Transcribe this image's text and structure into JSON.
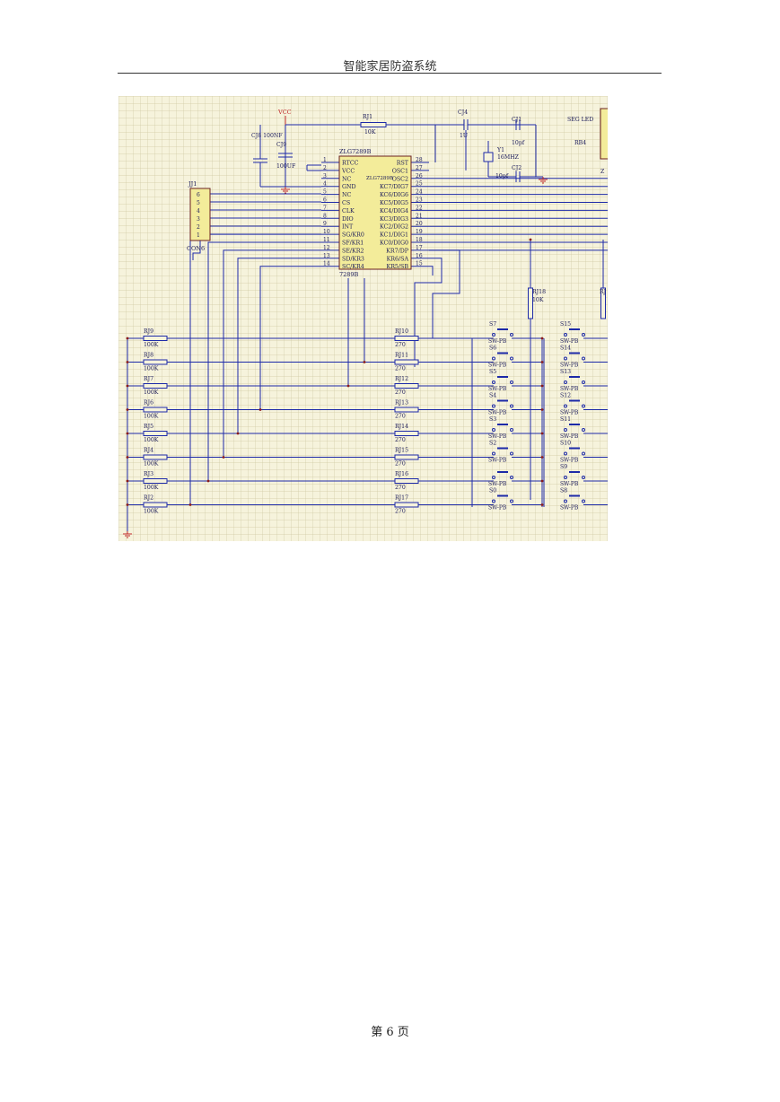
{
  "header": {
    "title": "智能家居防盗系统"
  },
  "footer": {
    "page_label": "第 6 页"
  },
  "schematic": {
    "vcc_label": "VCC",
    "ic": {
      "ref": "ZLG7289B",
      "value": "7289B",
      "left_pins": [
        {
          "num": "1",
          "name": "RTCC"
        },
        {
          "num": "2",
          "name": "VCC"
        },
        {
          "num": "3",
          "name": "NC"
        },
        {
          "num": "4",
          "name": "GND"
        },
        {
          "num": "5",
          "name": "NC"
        },
        {
          "num": "6",
          "name": "CS"
        },
        {
          "num": "7",
          "name": "CLK"
        },
        {
          "num": "8",
          "name": "DIO"
        },
        {
          "num": "9",
          "name": "INT"
        },
        {
          "num": "10",
          "name": "SG/KR0"
        },
        {
          "num": "11",
          "name": "SF/KR1"
        },
        {
          "num": "12",
          "name": "SE/KR2"
        },
        {
          "num": "13",
          "name": "SD/KR3"
        },
        {
          "num": "14",
          "name": "SC/KR4"
        }
      ],
      "right_pins": [
        {
          "num": "28",
          "name": "RST"
        },
        {
          "num": "27",
          "name": "OSC1"
        },
        {
          "num": "26",
          "name": "OSC2"
        },
        {
          "num": "25",
          "name": "KC7/DIG7"
        },
        {
          "num": "24",
          "name": "KC6/DIG6"
        },
        {
          "num": "23",
          "name": "KC5/DIG5"
        },
        {
          "num": "22",
          "name": "KC4/DIG4"
        },
        {
          "num": "21",
          "name": "KC3/DIG3"
        },
        {
          "num": "20",
          "name": "KC2/DIG2"
        },
        {
          "num": "19",
          "name": "KC1/DIG1"
        },
        {
          "num": "18",
          "name": "KC0/DIG0"
        },
        {
          "num": "17",
          "name": "KR7/DP"
        },
        {
          "num": "16",
          "name": "KR6/SA"
        },
        {
          "num": "15",
          "name": "KR5/SB"
        }
      ]
    },
    "connector": {
      "ref": "JJ1",
      "value": "CON6",
      "pins": [
        "6",
        "5",
        "4",
        "3",
        "2",
        "1"
      ]
    },
    "components": {
      "rj1": "RJ1",
      "rj1_val": "10K",
      "cj4": "CJ4",
      "cj4_val": "1U",
      "cj1": "CJ1",
      "cj1_val": "10pf",
      "cj2": "CJ2",
      "cj2_val": "10pf",
      "y1": "Y1",
      "y1_val": "16MHZ",
      "cj8": "CJ8",
      "cj8_val": "100NF",
      "cj9": "CJ9",
      "cj9_val": "100UF",
      "seg": "SEG  LED",
      "rb4": "RB4",
      "rj18": "RJ18",
      "rj18_val": "10K",
      "rj_partial": "RJ"
    },
    "left_resistors": [
      {
        "ref": "RJ9",
        "val": "100K"
      },
      {
        "ref": "RJ8",
        "val": "100K"
      },
      {
        "ref": "RJ7",
        "val": "100K"
      },
      {
        "ref": "RJ6",
        "val": "100K"
      },
      {
        "ref": "RJ5",
        "val": "100K"
      },
      {
        "ref": "RJ4",
        "val": "100K"
      },
      {
        "ref": "RJ3",
        "val": "100K"
      },
      {
        "ref": "RJ2",
        "val": "100K"
      }
    ],
    "mid_resistors": [
      {
        "ref": "RJ10",
        "val": "270"
      },
      {
        "ref": "RJ11",
        "val": "270"
      },
      {
        "ref": "RJ12",
        "val": "270"
      },
      {
        "ref": "RJ13",
        "val": "270"
      },
      {
        "ref": "RJ14",
        "val": "270"
      },
      {
        "ref": "RJ15",
        "val": "270"
      },
      {
        "ref": "RJ16",
        "val": "270"
      },
      {
        "ref": "RJ17",
        "val": "270"
      }
    ],
    "switches_left": [
      {
        "ref": "S7",
        "val": "SW-PB"
      },
      {
        "ref": "S6",
        "val": "SW-PB"
      },
      {
        "ref": "S5",
        "val": "SW-PB"
      },
      {
        "ref": "S4",
        "val": "SW-PB"
      },
      {
        "ref": "S3",
        "val": "SW-PB"
      },
      {
        "ref": "S2",
        "val": "SW-PB"
      },
      {
        "ref": "",
        "val": "SW-PB"
      },
      {
        "ref": "S0",
        "val": "SW-PB"
      }
    ],
    "switches_right": [
      {
        "ref": "S15",
        "val": "SW-PB"
      },
      {
        "ref": "S14",
        "val": "SW-PB"
      },
      {
        "ref": "S13",
        "val": "SW-PB"
      },
      {
        "ref": "S12",
        "val": "SW-PB"
      },
      {
        "ref": "S11",
        "val": "SW-PB"
      },
      {
        "ref": "S10",
        "val": "SW-PB"
      },
      {
        "ref": "S9",
        "val": "SW-PB"
      },
      {
        "ref": "S8",
        "val": "SW-PB"
      }
    ]
  }
}
